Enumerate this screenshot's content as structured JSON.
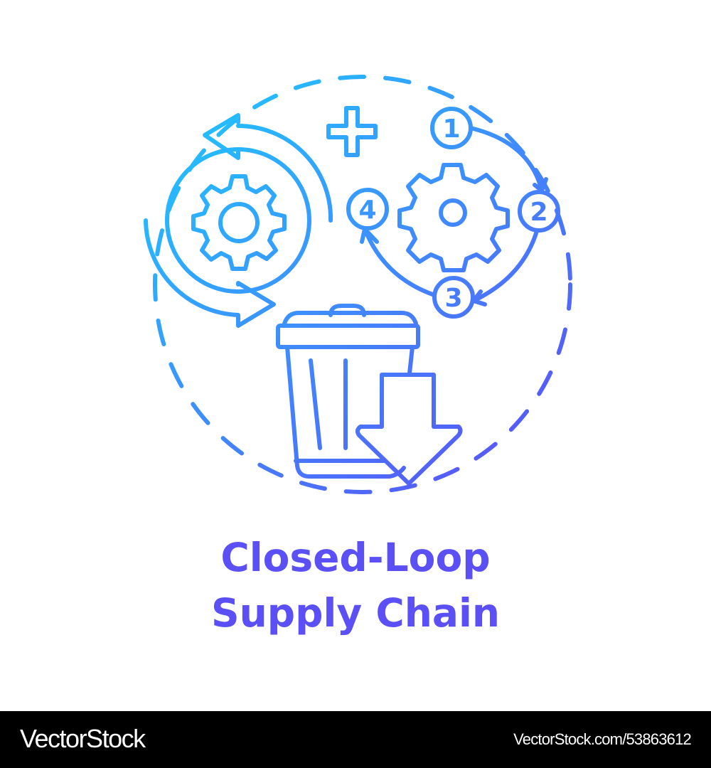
{
  "illustration": {
    "title_line1": "Closed-Loop",
    "title_line2": "Supply Chain",
    "steps": [
      "1",
      "2",
      "3",
      "4"
    ],
    "icons": [
      "dashed-circle-frame",
      "cycle-arrows-gear-icon",
      "plus-icon",
      "numbered-process-cycle-gear-icon",
      "trash-can-icon",
      "down-arrow-icon"
    ],
    "colors": {
      "gradient_start": "#1ec8ff",
      "gradient_mid": "#3f8cff",
      "gradient_end": "#5b50f5",
      "title": "#5b50f5"
    }
  },
  "footer": {
    "brand": "VectorStock",
    "image_ref": "VectorStock.com/53863612"
  }
}
